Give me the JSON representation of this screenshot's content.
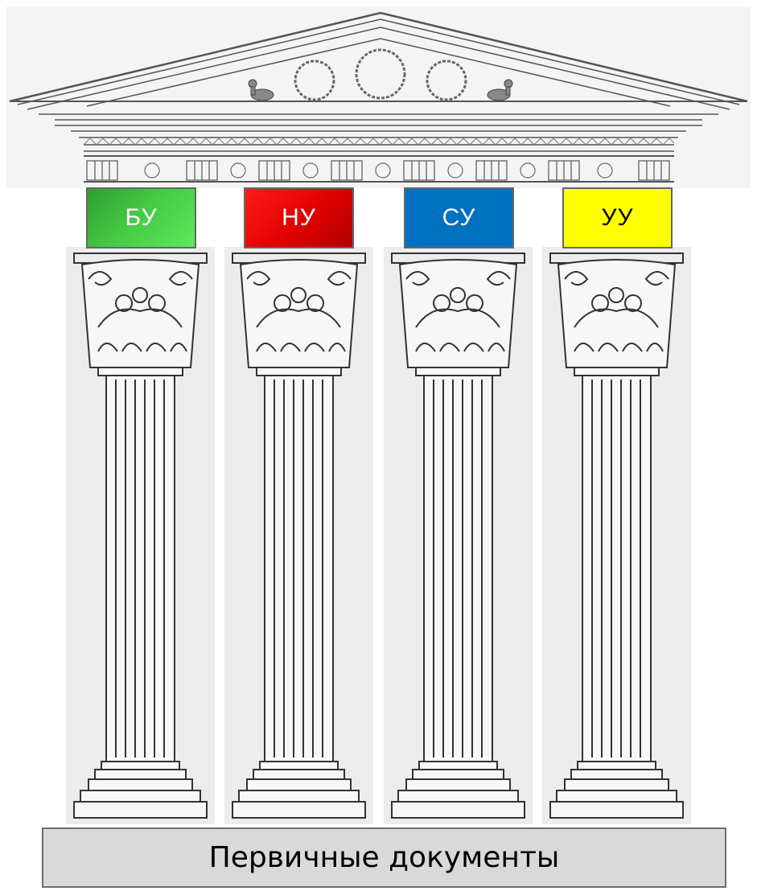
{
  "columns": [
    {
      "label": "БУ",
      "color": "#44c944"
    },
    {
      "label": "НУ",
      "color": "#e00000"
    },
    {
      "label": "СУ",
      "color": "#0070c0"
    },
    {
      "label": "УУ",
      "color": "#ffff00"
    }
  ],
  "foundation": {
    "label": "Первичные документы",
    "color": "#d9d9d9"
  },
  "pediment": {
    "decor": [
      "centaur-icon",
      "laurel-wreath-icon",
      "laurel-wreath-icon",
      "laurel-wreath-icon",
      "centaur-icon"
    ]
  }
}
